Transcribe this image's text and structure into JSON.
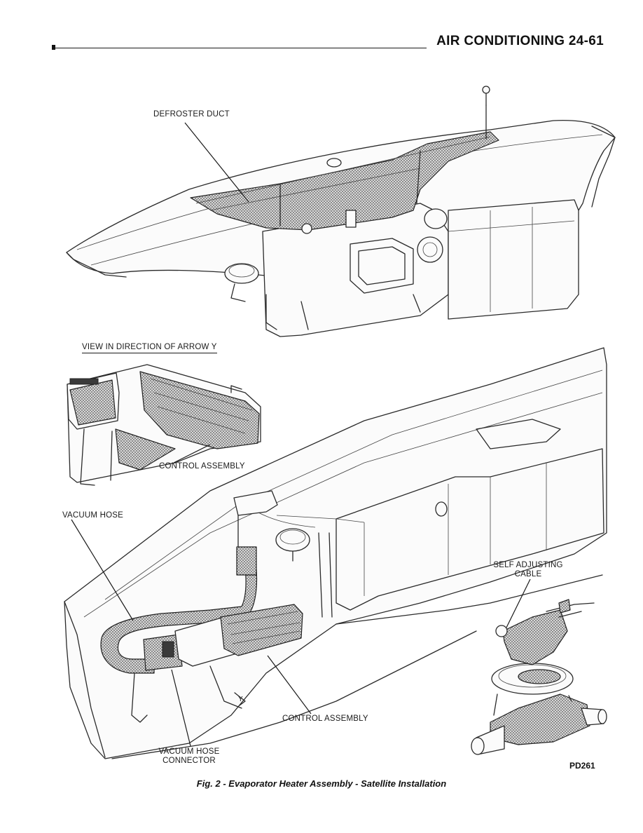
{
  "header": {
    "title": "AIR CONDITIONING 24-61"
  },
  "figure": {
    "labels": {
      "defroster_duct": "DEFROSTER DUCT",
      "view_direction": "VIEW IN DIRECTION OF ARROW Y",
      "control_assembly_inset": "CONTROL ASSEMBLY",
      "vacuum_hose": "VACUUM HOSE",
      "self_adjusting_cable_line1": "SELF ADJUSTING",
      "self_adjusting_cable_line2": "CABLE",
      "control_assembly_main": "CONTROL ASSEMBLY",
      "vacuum_hose_connector_line1": "VACUUM HOSE",
      "vacuum_hose_connector_line2": "CONNECTOR",
      "arrow_marker": "Y"
    },
    "id": "PD261",
    "caption": "Fig. 2 - Evaporator Heater Assembly - Satellite Installation"
  }
}
